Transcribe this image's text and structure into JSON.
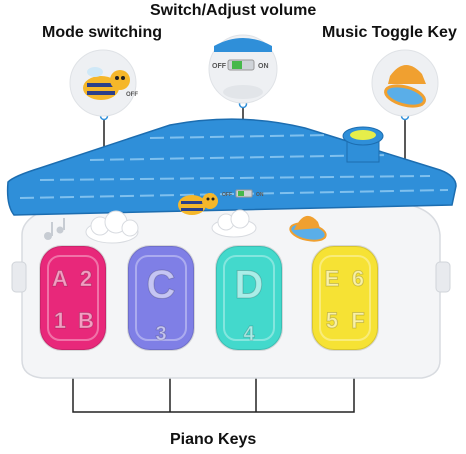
{
  "callouts": {
    "mode_switching": "Mode switching",
    "switch_adjust_volume": "Switch/Adjust volume",
    "music_toggle_key": "Music Toggle Key",
    "piano_keys": "Piano Keys"
  },
  "switch_labels": {
    "off": "OFF",
    "on": "ON"
  },
  "piano_keys": [
    {
      "color": "#e8287a",
      "glyphs": [
        "A",
        "2",
        "1",
        "B"
      ]
    },
    {
      "color": "#7f7fe6",
      "glyphs": [
        "C",
        "3"
      ]
    },
    {
      "color": "#43d9cc",
      "glyphs": [
        "D",
        "4"
      ]
    },
    {
      "color": "#f6e234",
      "glyphs": [
        "E",
        "6",
        "5",
        "F"
      ]
    }
  ],
  "colors": {
    "roof": "#2f8fd9",
    "body": "#f4f5f7",
    "bee_yellow": "#f5b72a",
    "bell": "#f0a030",
    "switch_green": "#46b84a"
  },
  "icons": [
    "bee-icon",
    "bell-icon",
    "cloud-icon",
    "music-note-icon",
    "chimney-icon"
  ]
}
